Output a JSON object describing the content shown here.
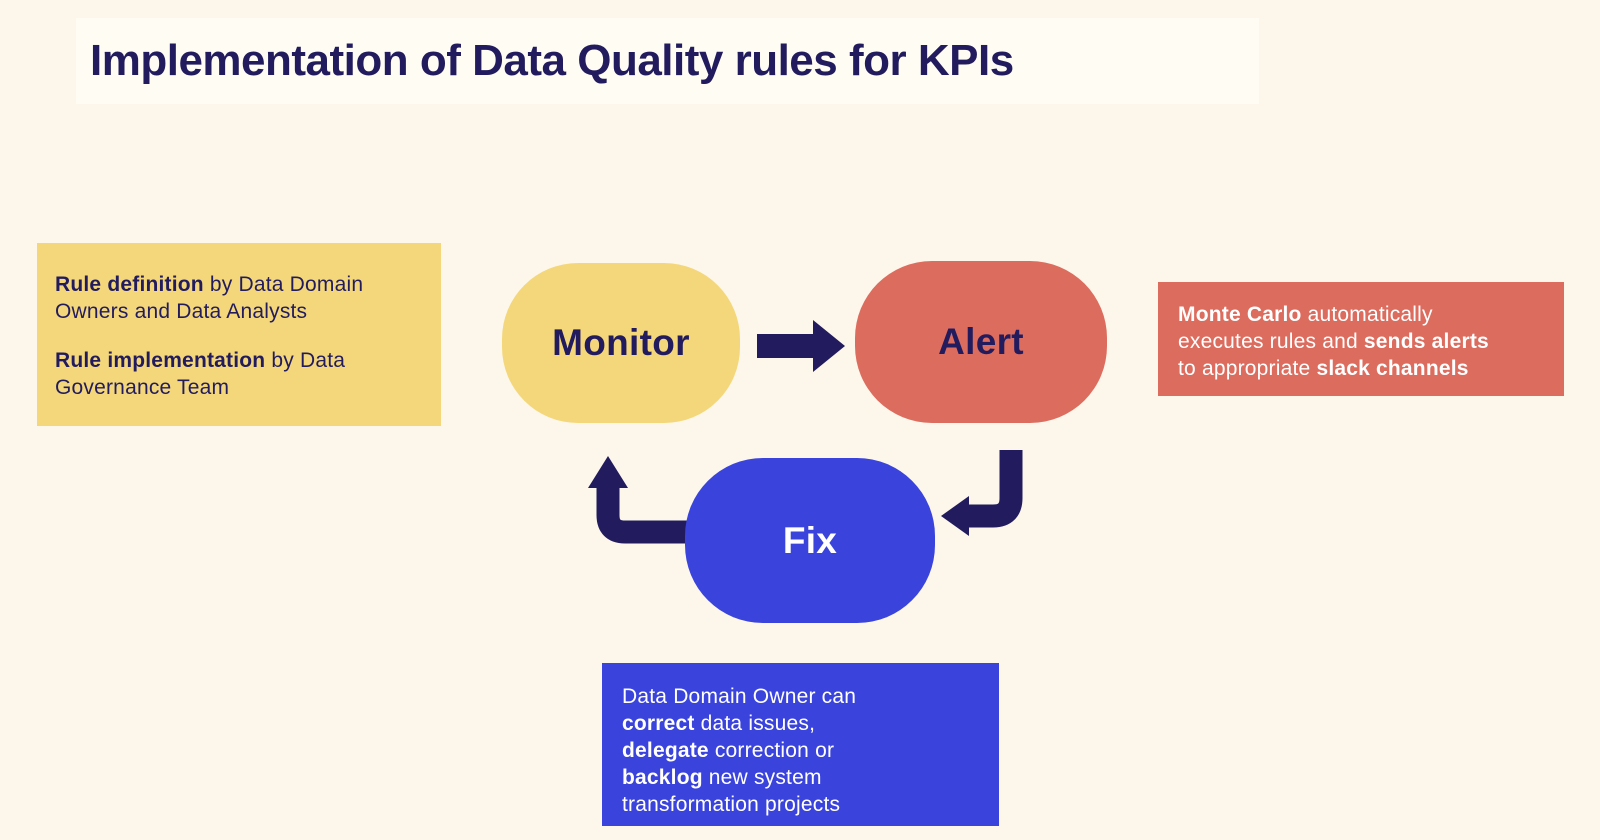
{
  "title": {
    "text": "Implementation of Data Quality rules for KPIs"
  },
  "colors": {
    "background": "#FCF7EA",
    "title_highlight": "#FFFDF3",
    "navy": "#221C5E",
    "yellow": "#F4D77A",
    "coral": "#DC6C5E",
    "blue": "#3A43DB"
  },
  "nodes": {
    "monitor": {
      "label": "Monitor"
    },
    "alert": {
      "label": "Alert"
    },
    "fix": {
      "label": "Fix"
    }
  },
  "notes": {
    "rule_roles": {
      "paragraphs": [
        {
          "lines": [
            [
              {
                "t": "Rule definition",
                "b": true
              },
              {
                "t": " by Data Domain",
                "b": false
              }
            ],
            [
              {
                "t": "Owners and Data Analysts",
                "b": false
              }
            ]
          ]
        },
        {
          "lines": [
            [
              {
                "t": "Rule implementation",
                "b": true
              },
              {
                "t": " by Data",
                "b": false
              }
            ],
            [
              {
                "t": "Governance Team",
                "b": false
              }
            ]
          ]
        }
      ]
    },
    "monte_carlo": {
      "lines": [
        [
          {
            "t": "Monte Carlo",
            "b": true
          },
          {
            "t": " automatically",
            "b": false
          }
        ],
        [
          {
            "t": "executes rules and ",
            "b": false
          },
          {
            "t": "sends alerts",
            "b": true
          }
        ],
        [
          {
            "t": "to appropriate ",
            "b": false
          },
          {
            "t": "slack channels",
            "b": true
          }
        ]
      ]
    },
    "fix_actions": {
      "lines": [
        [
          {
            "t": "Data Domain Owner can",
            "b": false
          }
        ],
        [
          {
            "t": "correct",
            "b": true
          },
          {
            "t": " data issues,",
            "b": false
          }
        ],
        [
          {
            "t": "delegate",
            "b": true
          },
          {
            "t": " correction or",
            "b": false
          }
        ],
        [
          {
            "t": "backlog",
            "b": true
          },
          {
            "t": " new system",
            "b": false
          }
        ],
        [
          {
            "t": "transformation projects",
            "b": false
          }
        ]
      ]
    }
  },
  "arrows": {
    "monitor_to_alert": "right",
    "alert_to_fix": "curved-down-left",
    "fix_to_monitor": "curved-up"
  }
}
